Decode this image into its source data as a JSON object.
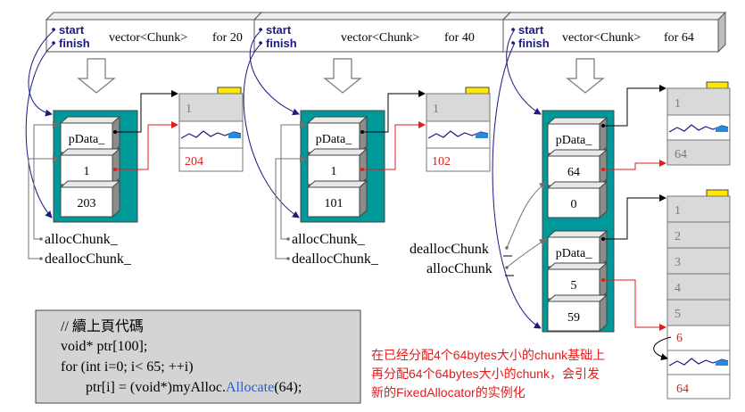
{
  "vectors": [
    {
      "start": "start",
      "finish": "finish",
      "type": "vector<Chunk>",
      "suffix": "for 20"
    },
    {
      "start": "start",
      "finish": "finish",
      "type": "vector<Chunk>",
      "suffix": "for 40"
    },
    {
      "start": "start",
      "finish": "finish",
      "type": "vector<Chunk>",
      "suffix": "for 64"
    }
  ],
  "chunks": [
    {
      "pdata": "pData_",
      "first_available": "1",
      "blocks_available": "203",
      "block_first": "1",
      "block_last": "204"
    },
    {
      "pdata": "pData_",
      "first_available": "1",
      "blocks_available": "101",
      "block_first": "1",
      "block_last": "102"
    }
  ],
  "chunk3": {
    "upper": {
      "pdata": "pData_",
      "first_available": "64",
      "blocks_available": "0",
      "block_first": "1",
      "block_last": "64"
    },
    "lower": {
      "pdata": "pData_",
      "first_available": "5",
      "blocks_available": "59"
    },
    "lower_blocks": [
      "1",
      "2",
      "3",
      "4",
      "5",
      "6"
    ],
    "lower_block_last": "64"
  },
  "labels": {
    "alloc": "allocChunk_",
    "dealloc": "deallocChunk_",
    "dealloc3": "deallocChunk",
    "alloc3": "allocChunk"
  },
  "code": [
    "// 續上頁代碼",
    "void* ptr[100];",
    "for (int i=0; i< 65; ++i)",
    "ptr[i] = (void*)myAlloc.",
    "Allocate",
    "(64);"
  ],
  "note": [
    "在已经分配4个64bytes大小的chunk基础上",
    "再分配64个64bytes大小的chunk，会引发",
    "新的FixedAllocator的实例化"
  ],
  "colors": {
    "teal": "#00999a",
    "red": "#e31b1b",
    "navy": "#1a1a80",
    "blue": "#2860c8",
    "yellow": "#ffe800"
  }
}
